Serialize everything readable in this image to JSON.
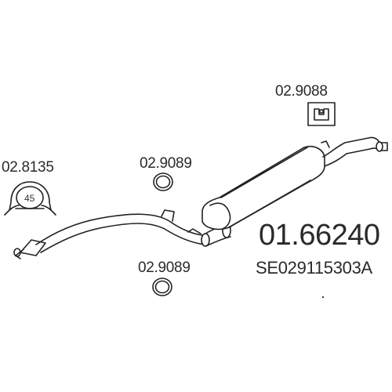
{
  "parts": {
    "clamp": {
      "number": "02.8135",
      "size": "45"
    },
    "ring_top": {
      "number": "02.9089"
    },
    "ring_bottom": {
      "number": "02.9089"
    },
    "rubber_mount": {
      "number": "02.9088"
    }
  },
  "main_part": {
    "number": "01.66240",
    "oe_number": "SE029115303A"
  },
  "colors": {
    "line": "#222222",
    "text": "#2a2a2a",
    "background": "#ffffff"
  }
}
